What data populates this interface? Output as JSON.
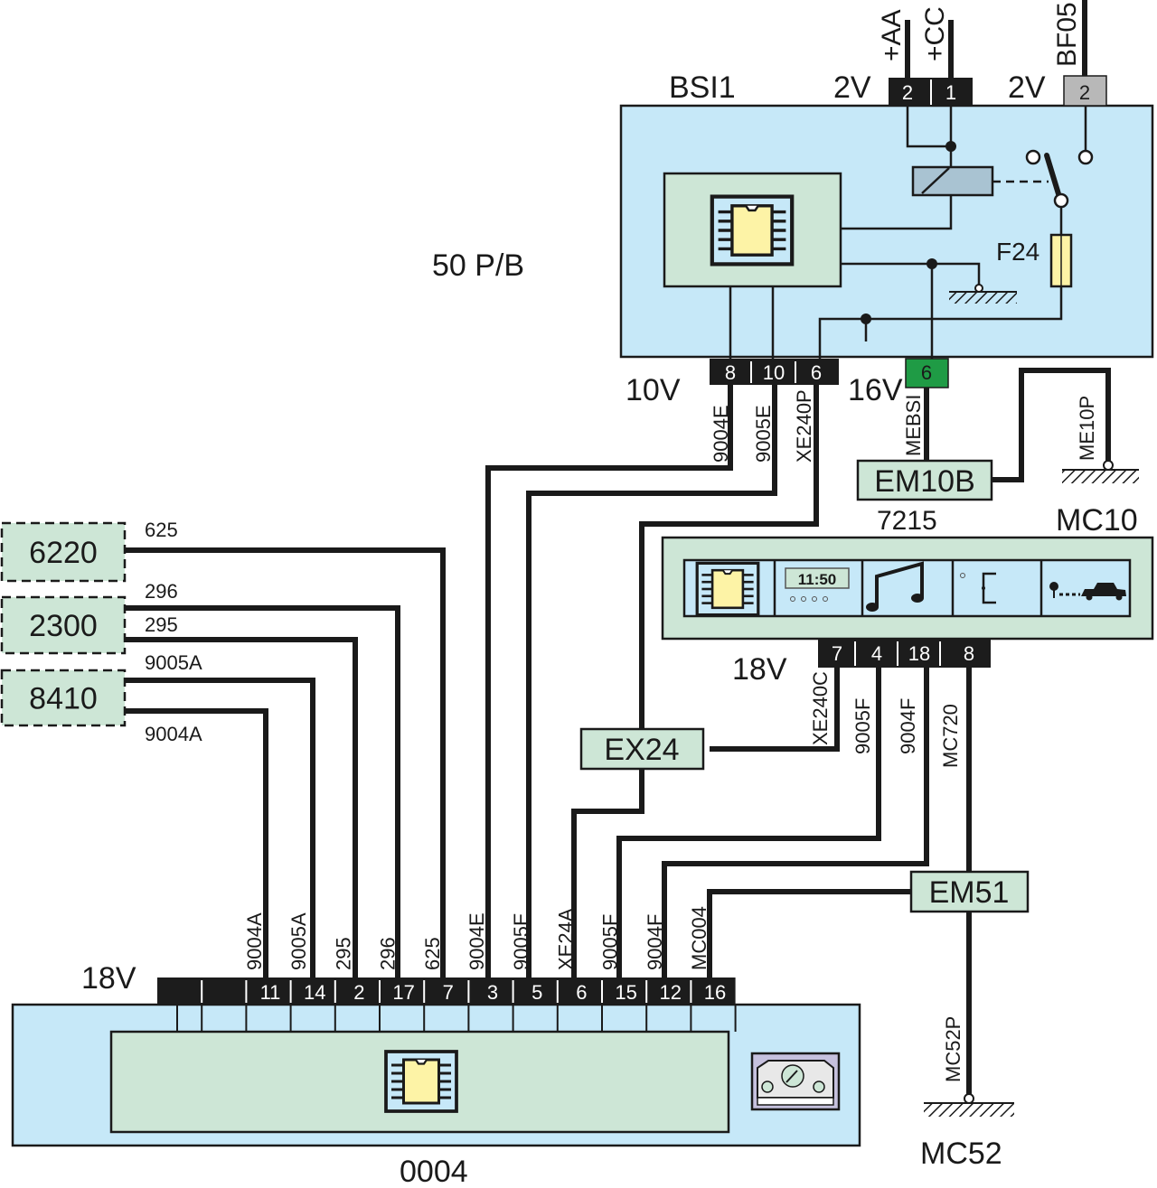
{
  "diagram": {
    "colors": {
      "module_blue": "#c6e8f8",
      "component_green": "#cde6d6",
      "chip_yellow": "#fdf3a6",
      "connector_black": "#1c1c1c",
      "connector_green": "#1f9b45",
      "connector_grey": "#b8b8b8",
      "relay_grey": "#a9c3d2",
      "gauge_purple": "#c6c1de",
      "wire": "#1a1a1a"
    },
    "bsi": {
      "name": "BSI1",
      "location": "50 P/B",
      "fuse": "F24",
      "top_connector": {
        "voltage": "2V",
        "pins": [
          "2",
          "1"
        ],
        "wires": [
          "+AA",
          "+CC"
        ]
      },
      "bf_connector": {
        "voltage": "2V",
        "pins": [
          "2"
        ],
        "wire": "BF05"
      },
      "bottom_connector": {
        "voltage": "10V",
        "pins": [
          "8",
          "10",
          "6"
        ],
        "wires": [
          "9004E",
          "9005E",
          "XE240P"
        ]
      },
      "ground_connector": {
        "voltage": "16V",
        "pins": [
          "6"
        ],
        "wire": "MEBSI"
      }
    },
    "em10b": {
      "name": "EM10B",
      "wire": "ME10P",
      "ground": "MC10"
    },
    "radio": {
      "name": "7215",
      "clock_display": "11:50",
      "connector": {
        "voltage": "18V",
        "pins": [
          "7",
          "4",
          "18",
          "8"
        ],
        "wires": [
          "XE240C",
          "9005F",
          "9004F",
          "MC720"
        ]
      }
    },
    "ex24": {
      "name": "EX24"
    },
    "em51": {
      "name": "EM51",
      "wire": "MC52P",
      "ground": "MC52"
    },
    "options": [
      {
        "name": "6220",
        "wires": [
          "625"
        ]
      },
      {
        "name": "2300",
        "wires": [
          "296",
          "295"
        ]
      },
      {
        "name": "8410",
        "wires": [
          "9005A",
          "9004A"
        ]
      }
    ],
    "cluster": {
      "name": "0004",
      "connector": {
        "voltage": "18V",
        "pins": [
          "",
          "",
          "11",
          "14",
          "2",
          "17",
          "7",
          "3",
          "5",
          "6",
          "15",
          "12",
          "16"
        ],
        "wires": [
          "",
          "",
          "9004A",
          "9005A",
          "295",
          "296",
          "625",
          "9004E",
          "9005E",
          "XE24A",
          "9005F",
          "9004F",
          "MC004"
        ]
      }
    }
  }
}
